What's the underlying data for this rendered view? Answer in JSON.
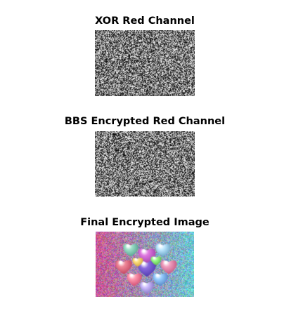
{
  "figure": {
    "panels": [
      {
        "title": "XOR Red Channel",
        "content": "grayscale noise"
      },
      {
        "title": "BBS Encrypted Red Channel",
        "content": "grayscale noise"
      },
      {
        "title": "Final Encrypted Image",
        "content": "colorful hearts over noise"
      }
    ]
  },
  "colors": {
    "background": "#ffffff",
    "title_text": "#000000"
  }
}
